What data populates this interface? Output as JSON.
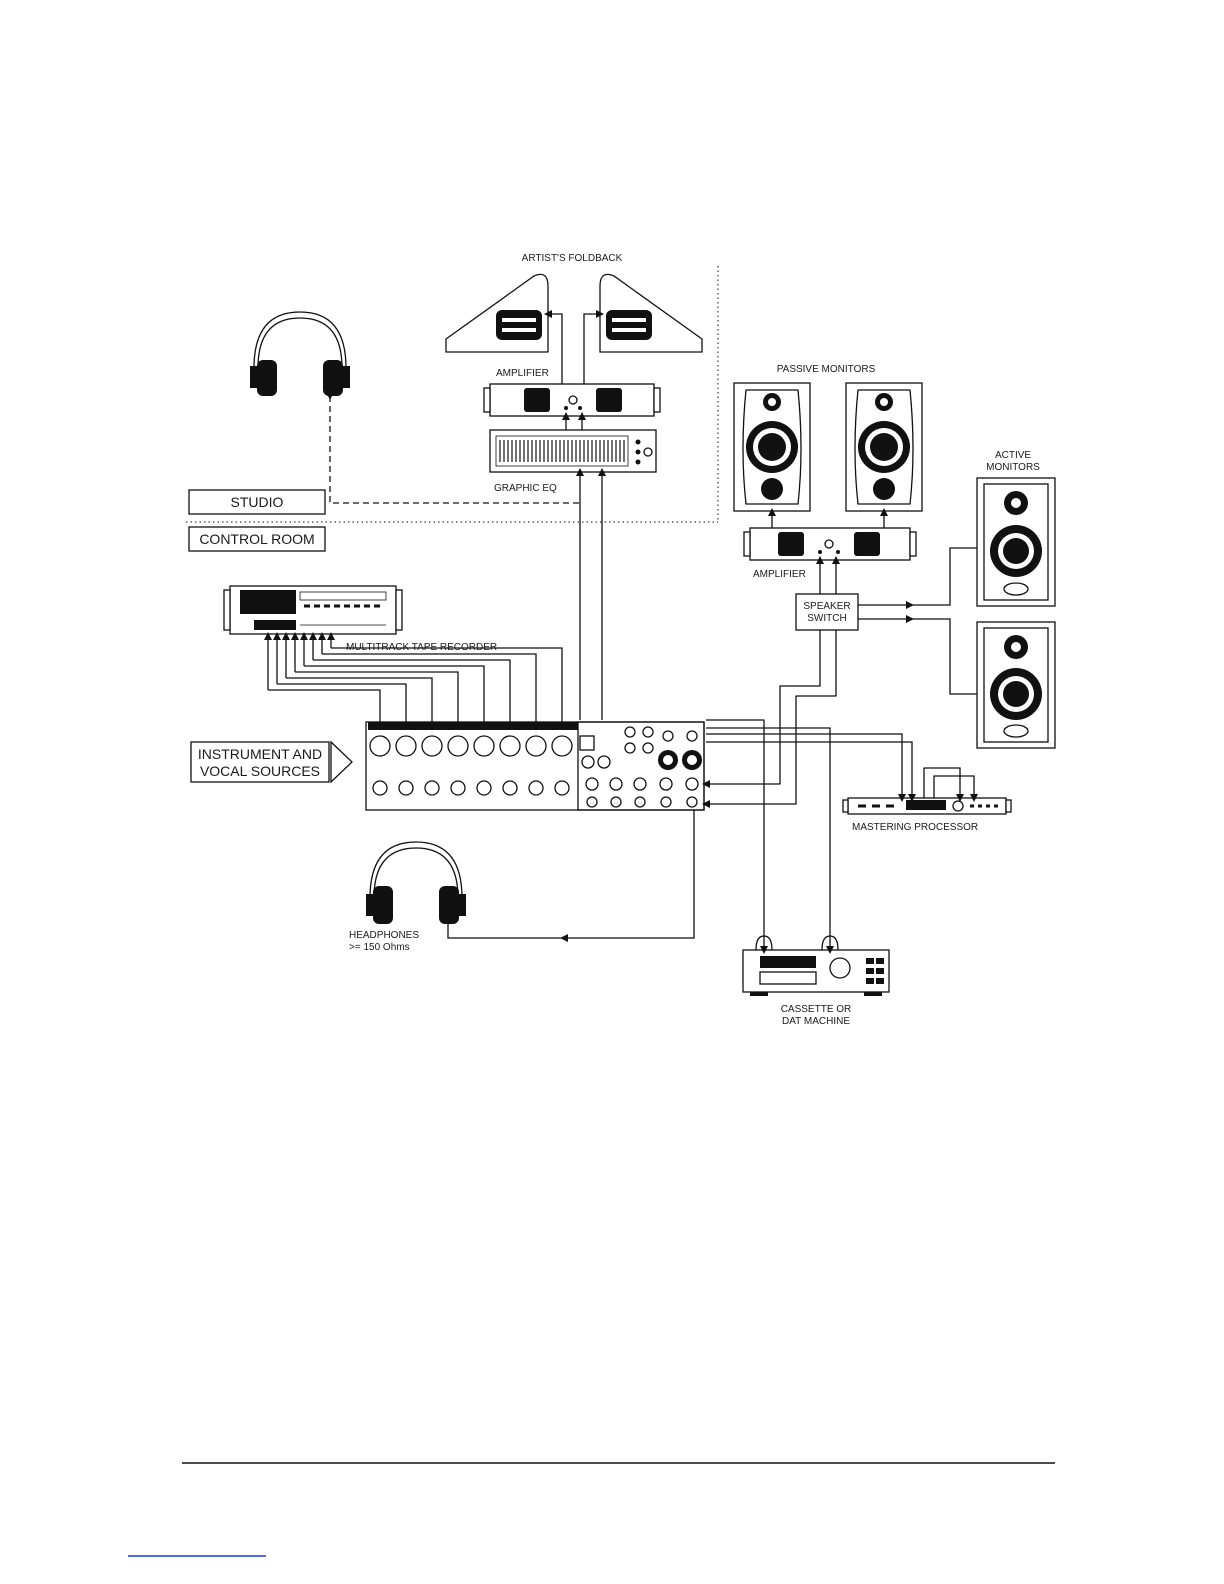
{
  "labels": {
    "artists_foldback": "ARTIST'S FOLDBACK",
    "amplifier_top": "AMPLIFIER",
    "graphic_eq": "GRAPHIC EQ",
    "passive_monitors": "PASSIVE MONITORS",
    "active_monitors_1": "ACTIVE",
    "active_monitors_2": "MONITORS",
    "amplifier_monitors": "AMPLIFIER",
    "speaker_switch_1": "SPEAKER",
    "speaker_switch_2": "SWITCH",
    "studio": "STUDIO",
    "control_room": "CONTROL ROOM",
    "multitrack": "MULTITRACK TAPE RECORDER",
    "sources_1": "INSTRUMENT AND",
    "sources_2": "VOCAL SOURCES",
    "mastering": "MASTERING PROCESSOR",
    "headphones_1": "HEADPHONES",
    "headphones_2": ">= 150 Ohms",
    "cassette_1": "CASSETTE OR",
    "cassette_2": "DAT MACHINE"
  },
  "colors": {
    "ink": "#111111",
    "paper": "#ffffff",
    "footer_link": "#1a3cd6"
  }
}
